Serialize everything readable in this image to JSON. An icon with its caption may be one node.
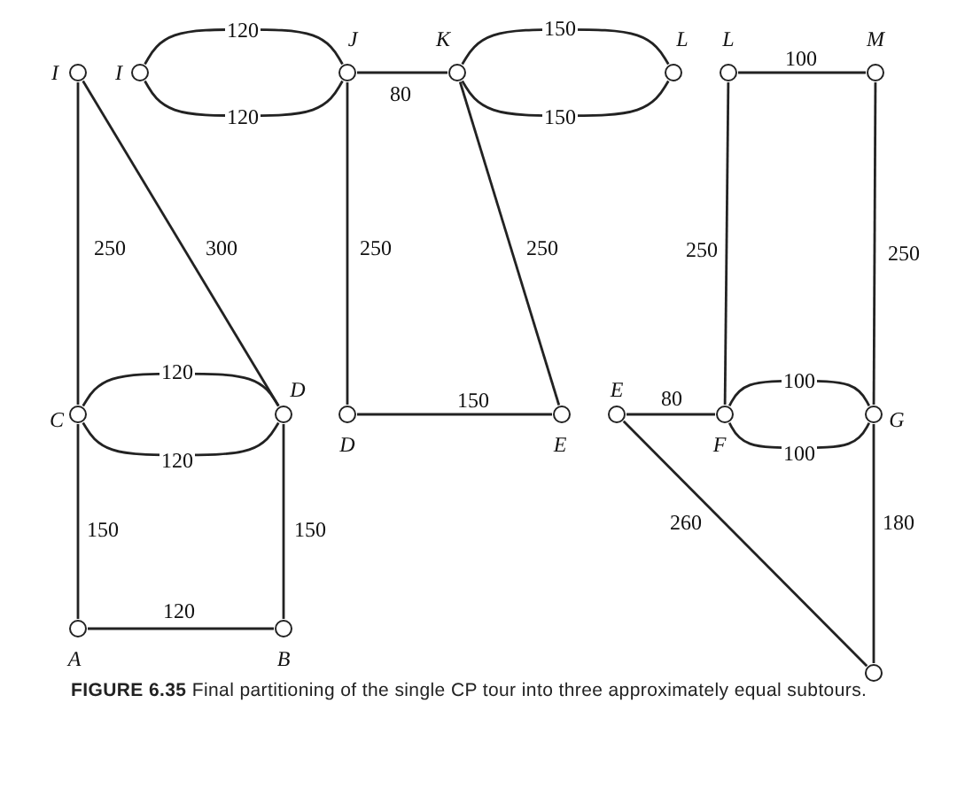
{
  "diagram": {
    "caption": "**FIGURE 6.35** Final partitioning of the single CP tour into three approximately equal subtours.",
    "nodes": [
      {
        "text": [],
        "shape": "circle",
        "beside": [
          "I"
        ]
      },
      {
        "text": [],
        "shape": "circle",
        "beside": [
          "I"
        ]
      },
      {
        "text": [],
        "shape": "circle",
        "beside": [
          "J"
        ]
      },
      {
        "text": [],
        "shape": "circle",
        "beside": [
          "K"
        ]
      },
      {
        "text": [],
        "shape": "circle",
        "beside": [
          "L"
        ]
      },
      {
        "text": [],
        "shape": "circle",
        "beside": [
          "L"
        ]
      },
      {
        "text": [],
        "shape": "circle",
        "beside": [
          "M"
        ]
      },
      {
        "text": [],
        "shape": "circle",
        "beside": [
          "C"
        ]
      },
      {
        "text": [],
        "shape": "circle",
        "beside": [
          "D"
        ]
      },
      {
        "text": [],
        "shape": "circle",
        "beside": [
          "D"
        ]
      },
      {
        "text": [],
        "shape": "circle",
        "beside": [
          "E"
        ]
      },
      {
        "text": [],
        "shape": "circle",
        "beside": [
          "E"
        ]
      },
      {
        "text": [],
        "shape": "circle",
        "beside": [
          "F"
        ]
      },
      {
        "text": [],
        "shape": "circle",
        "beside": [
          "G"
        ]
      },
      {
        "text": [],
        "shape": "circle",
        "beside": [
          "A"
        ]
      },
      {
        "text": [],
        "shape": "circle",
        "beside": [
          "B"
        ]
      },
      {
        "text": [],
        "shape": "circle"
      }
    ],
    "edges": [
      {
        "from": 1,
        "to": 2,
        "arrow": "none",
        "label": "120"
      },
      {
        "from": 1,
        "to": 2,
        "arrow": "none",
        "label": "120"
      },
      {
        "from": 2,
        "to": 3,
        "arrow": "none",
        "label": "80"
      },
      {
        "from": 3,
        "to": 4,
        "arrow": "none",
        "label": "150"
      },
      {
        "from": 3,
        "to": 4,
        "arrow": "none",
        "label": "150"
      },
      {
        "from": 5,
        "to": 6,
        "arrow": "none",
        "label": "100"
      },
      {
        "from": 0,
        "to": 7,
        "arrow": "none",
        "label": "250"
      },
      {
        "from": 0,
        "to": 8,
        "arrow": "none",
        "label": "300"
      },
      {
        "from": 2,
        "to": 9,
        "arrow": "none",
        "label": "250"
      },
      {
        "from": 3,
        "to": 10,
        "arrow": "none",
        "label": "250"
      },
      {
        "from": 5,
        "to": 12,
        "arrow": "none",
        "label": "250"
      },
      {
        "from": 6,
        "to": 13,
        "arrow": "none",
        "label": "250"
      },
      {
        "from": 7,
        "to": 8,
        "arrow": "none",
        "label": "120"
      },
      {
        "from": 7,
        "to": 8,
        "arrow": "none",
        "label": "120"
      },
      {
        "from": 9,
        "to": 10,
        "arrow": "none",
        "label": "150"
      },
      {
        "from": 11,
        "to": 12,
        "arrow": "none",
        "label": "80"
      },
      {
        "from": 12,
        "to": 13,
        "arrow": "none",
        "label": "100"
      },
      {
        "from": 12,
        "to": 13,
        "arrow": "none",
        "label": "100"
      },
      {
        "from": 7,
        "to": 14,
        "arrow": "none",
        "label": "150"
      },
      {
        "from": 8,
        "to": 15,
        "arrow": "none",
        "label": "150"
      },
      {
        "from": 14,
        "to": 15,
        "arrow": "none",
        "label": "120"
      },
      {
        "from": 11,
        "to": 16,
        "arrow": "none",
        "label": "260"
      },
      {
        "from": 13,
        "to": 16,
        "arrow": "none",
        "label": "180"
      }
    ]
  }
}
